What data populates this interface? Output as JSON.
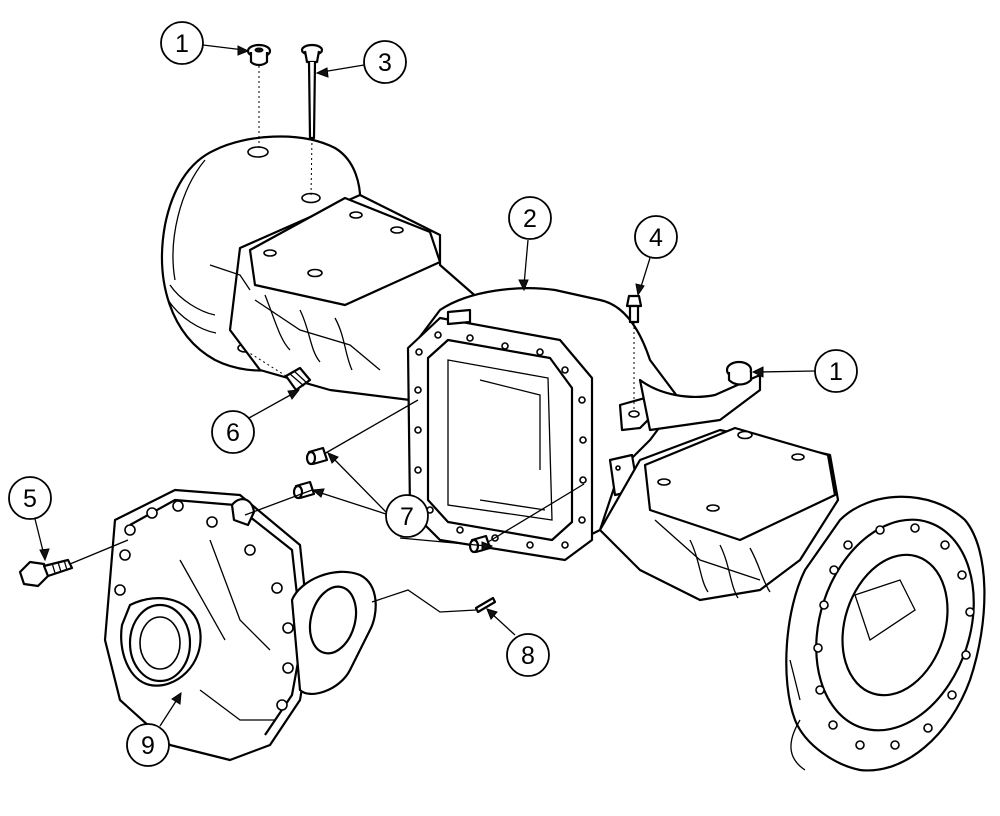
{
  "callouts": [
    {
      "id": "c1a",
      "label": "1"
    },
    {
      "id": "c3",
      "label": "3"
    },
    {
      "id": "c2",
      "label": "2"
    },
    {
      "id": "c4",
      "label": "4"
    },
    {
      "id": "c1b",
      "label": "1"
    },
    {
      "id": "c6",
      "label": "6"
    },
    {
      "id": "c5",
      "label": "5"
    },
    {
      "id": "c7",
      "label": "7"
    },
    {
      "id": "c8",
      "label": "8"
    },
    {
      "id": "c9",
      "label": "9"
    }
  ],
  "colors": {
    "line": "#000000",
    "paper": "#ffffff"
  }
}
